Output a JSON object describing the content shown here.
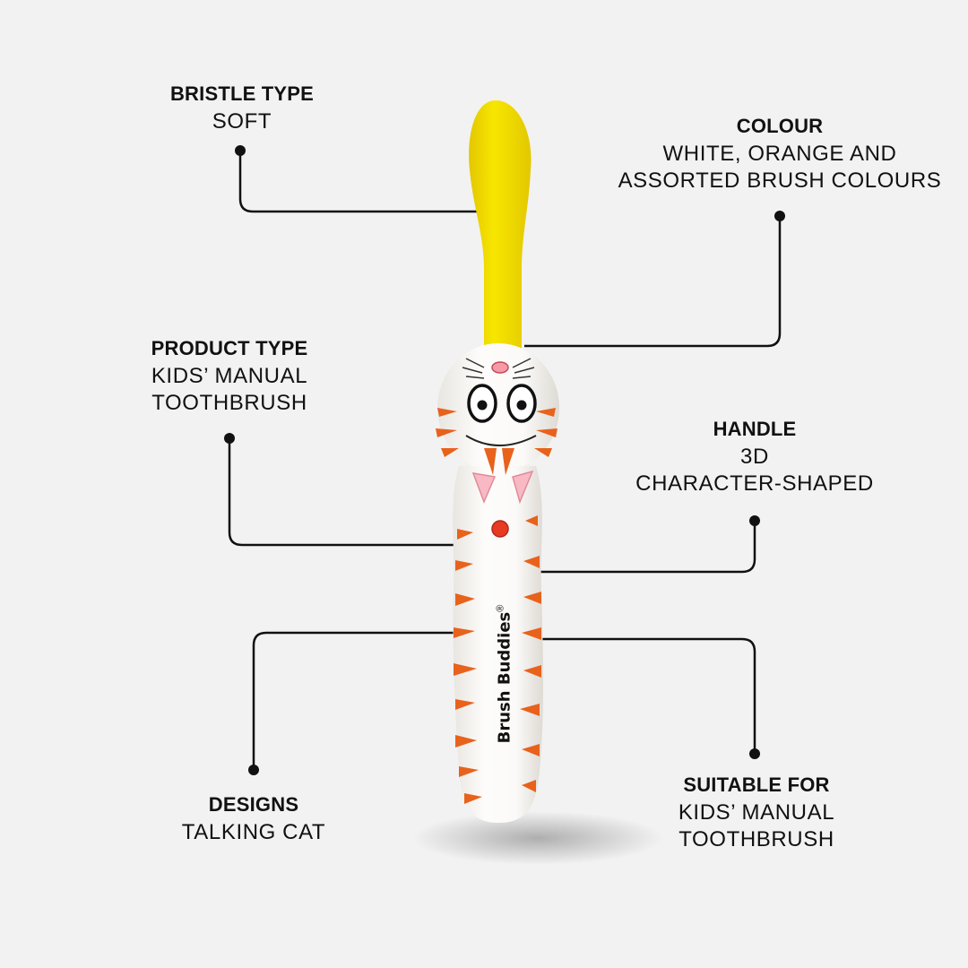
{
  "colors": {
    "background": "#f2f2f2",
    "line": "#111111",
    "bristle_yellow": "#f4e100",
    "handle_white": "#fbfaf8",
    "stripe_orange": "#e8621c"
  },
  "product": {
    "brand": "Brush Buddies",
    "registered_mark": "®"
  },
  "callouts": {
    "bristle_type": {
      "title": "BRISTLE TYPE",
      "value": "SOFT"
    },
    "colour": {
      "title": "COLOUR",
      "value_line1": "WHITE, ORANGE AND",
      "value_line2": "ASSORTED BRUSH COLOURS"
    },
    "product_type": {
      "title": "PRODUCT TYPE",
      "value_line1": "KIDS’ MANUAL",
      "value_line2": "TOOTHBRUSH"
    },
    "handle": {
      "title": "HANDLE",
      "value_line1": "3D",
      "value_line2": "CHARACTER-SHAPED"
    },
    "designs": {
      "title": "DESIGNS",
      "value": "TALKING CAT"
    },
    "suitable_for": {
      "title": "SUITABLE FOR",
      "value_line1": "KIDS’ MANUAL",
      "value_line2": "TOOTHBRUSH"
    }
  }
}
